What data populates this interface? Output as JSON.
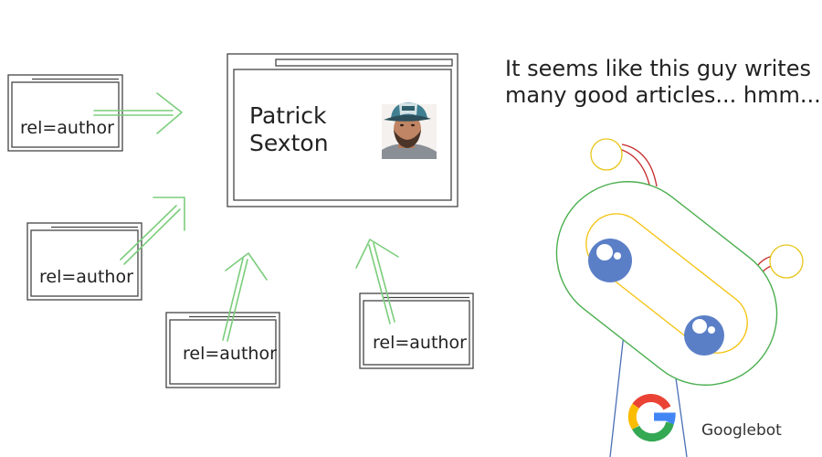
{
  "source_cards": [
    {
      "label": "rel=author"
    },
    {
      "label": "rel=author"
    },
    {
      "label": "rel=author"
    },
    {
      "label": "rel=author"
    }
  ],
  "author_card": {
    "name_line1": "Patrick",
    "name_line2": "Sexton",
    "photo": "author-photo-icon"
  },
  "thought": {
    "line1": "It seems like this guy writes",
    "line2": "many good articles... hmm..."
  },
  "bot": {
    "name": "Googlebot",
    "logo": "google-g-logo-icon"
  },
  "colors": {
    "arrow": "#7ccd7c",
    "frame": "#444444",
    "bot_body": "#4caf50",
    "bot_inner": "#f4c20d",
    "bot_eyes": "#5b7fc7",
    "bot_ears": "#e8c619",
    "bot_ear_links": "#c62828",
    "bot_neck": "#4a6fb5",
    "g_blue": "#4285F4",
    "g_red": "#EA4335",
    "g_yellow": "#FBBC05",
    "g_green": "#34A853"
  }
}
